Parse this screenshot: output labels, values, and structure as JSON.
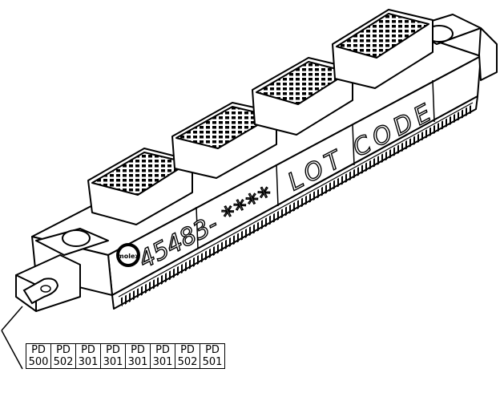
{
  "part_marking": {
    "part_number": "45483-",
    "lot_stars": "****",
    "lot_code": "LOT CODE"
  },
  "pin_labels": [
    {
      "prefix": "PD",
      "code": "500"
    },
    {
      "prefix": "PD",
      "code": "502"
    },
    {
      "prefix": "PD",
      "code": "301"
    },
    {
      "prefix": "PD",
      "code": "301"
    },
    {
      "prefix": "PD",
      "code": "301"
    },
    {
      "prefix": "PD",
      "code": "301"
    },
    {
      "prefix": "PD",
      "code": "502"
    },
    {
      "prefix": "PD",
      "code": "501"
    }
  ]
}
